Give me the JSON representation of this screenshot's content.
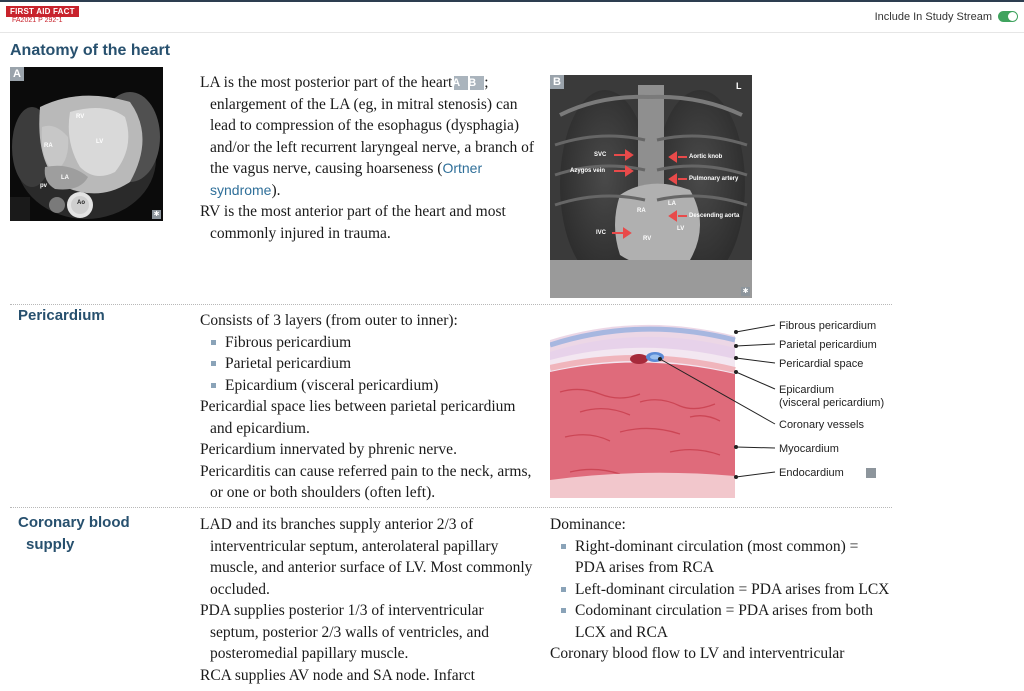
{
  "header": {
    "badge": "FIRST AID FACT",
    "badge_sub": "FA2021 P 292-1",
    "study_stream_label": "Include In Study Stream",
    "study_stream_on": true,
    "toggle_color": "#3fa35e"
  },
  "page_title": "Anatomy of the heart",
  "anatomy": {
    "text_1a": "LA is the most posterior part of the heart",
    "ref_a": "A",
    "ref_b": "B",
    "text_1b": "; enlargement of the LA (eg, in mitral stenosis) can lead to compression of the esophagus (dysphagia) and/or the left recurrent laryngeal nerve, a branch of the vagus nerve, causing hoarseness (",
    "link": "Ortner syndrome",
    "text_1c": ").",
    "text_2": "RV is the most anterior part of the heart and most commonly injured in trauma.",
    "image_a": {
      "tag": "A",
      "labels": {
        "rv": "RV",
        "lv": "LV",
        "ra": "RA",
        "la": "LA",
        "pv": "pv",
        "ao": "Ao"
      }
    },
    "image_b": {
      "tag": "B",
      "labels": {
        "svc": "SVC",
        "azygos": "Azygos vein",
        "aortic_knob": "Aortic knob",
        "pulmonary": "Pulmonary artery",
        "la": "LA",
        "ra": "RA",
        "descending": "Descending aorta",
        "lv": "LV",
        "ivc": "IVC",
        "rv": "RV",
        "corner": "L"
      }
    }
  },
  "pericardium": {
    "label": "Pericardium",
    "intro": "Consists of 3 layers (from outer to inner):",
    "layers": [
      "Fibrous pericardium",
      "Parietal pericardium",
      "Epicardium (visceral pericardium)"
    ],
    "p2": "Pericardial space lies between parietal pericardium and epicardium.",
    "p3": "Pericardium innervated by phrenic nerve.",
    "p4": "Pericarditis can cause referred pain to the neck, arms, or one or both shoulders (often left).",
    "diagram_labels": {
      "fibrous": "Fibrous pericardium",
      "parietal": "Parietal pericardium",
      "space": "Pericardial space",
      "epi_1": "Epicardium",
      "epi_2": "(visceral pericardium)",
      "coronary": "Coronary vessels",
      "myocardium": "Myocardium",
      "endocardium": "Endocardium"
    }
  },
  "coronary": {
    "label_1": "Coronary blood",
    "label_2": "supply",
    "left": {
      "p1": "LAD and its branches supply anterior 2/3 of interventricular septum, anterolateral papillary muscle, and anterior surface of LV. Most commonly occluded.",
      "p2": "PDA supplies posterior 1/3 of interventricular septum, posterior 2/3 walls of ventricles, and posteromedial papillary muscle.",
      "p3": "RCA supplies AV node and SA node. Infarct"
    },
    "right": {
      "intro": "Dominance:",
      "items": [
        "Right-dominant circulation (most common) = PDA arises from RCA",
        "Left-dominant circulation = PDA arises from LCX",
        "Codominant circulation = PDA arises from both LCX and RCA"
      ],
      "p_last": "Coronary blood flow to LV and interventricular"
    }
  }
}
